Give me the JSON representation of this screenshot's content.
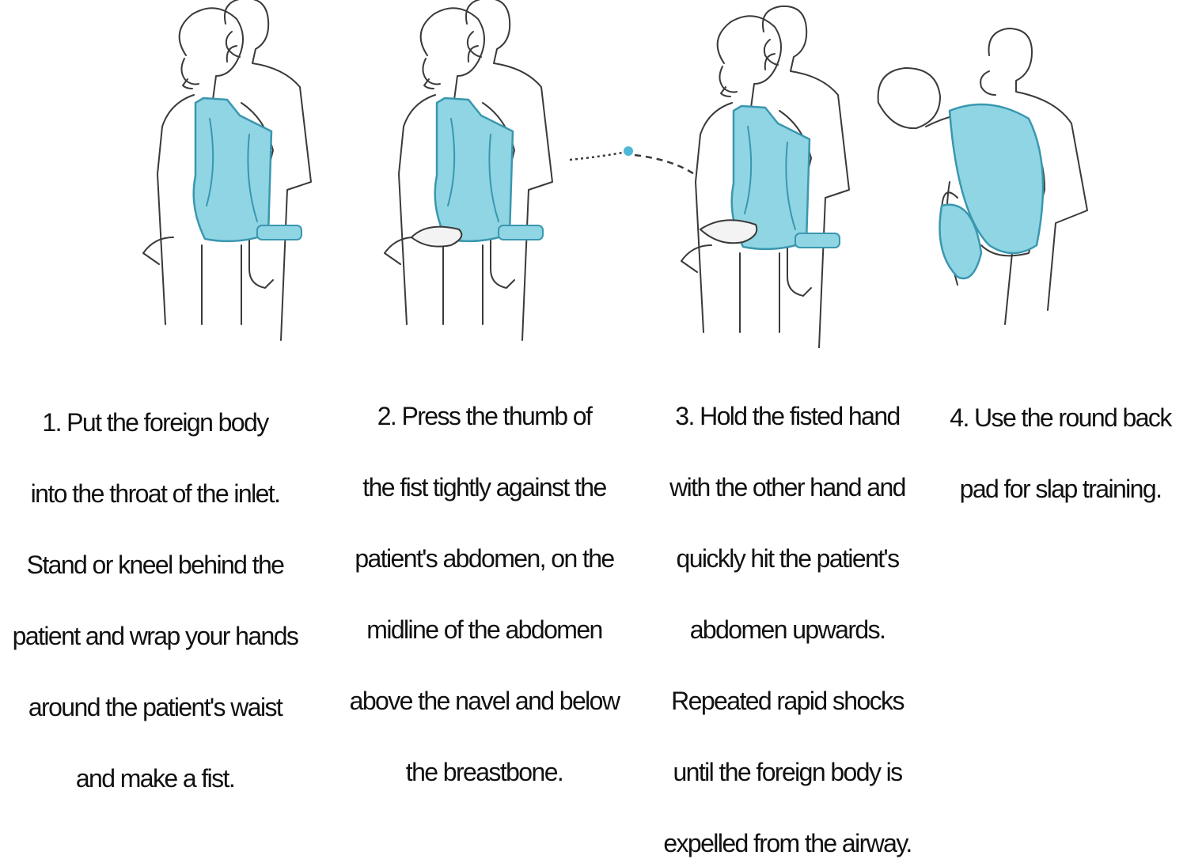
{
  "colors": {
    "vest": "#8fd5e3",
    "vest_dark": "#3a97b0",
    "line": "#3a3a3a",
    "dot": "#4fb7d8"
  },
  "steps": [
    {
      "icon": "person-wearing-choking-vest-icon",
      "lines": [
        "1. Put the foreign body",
        "into the throat of the inlet.",
        "Stand or kneel behind the",
        "patient and wrap your hands",
        "around the patient's waist",
        "and make a fist."
      ]
    },
    {
      "icon": "fist-on-abdomen-icon",
      "lines": [
        "2. Press the thumb of",
        "the fist tightly against the",
        "patient's abdomen, on the",
        "midline of the abdomen",
        "above the navel and below",
        "the breastbone."
      ]
    },
    {
      "icon": "abdominal-thrust-icon",
      "lines": [
        "3. Hold the fisted hand",
        "with the other hand and",
        "quickly hit the patient's",
        "abdomen upwards.",
        "Repeated rapid shocks",
        "until the foreign body is",
        "expelled from the airway."
      ]
    },
    {
      "icon": "back-slap-icon",
      "lines": [
        "4. Use the round back",
        "pad for slap training."
      ]
    }
  ]
}
